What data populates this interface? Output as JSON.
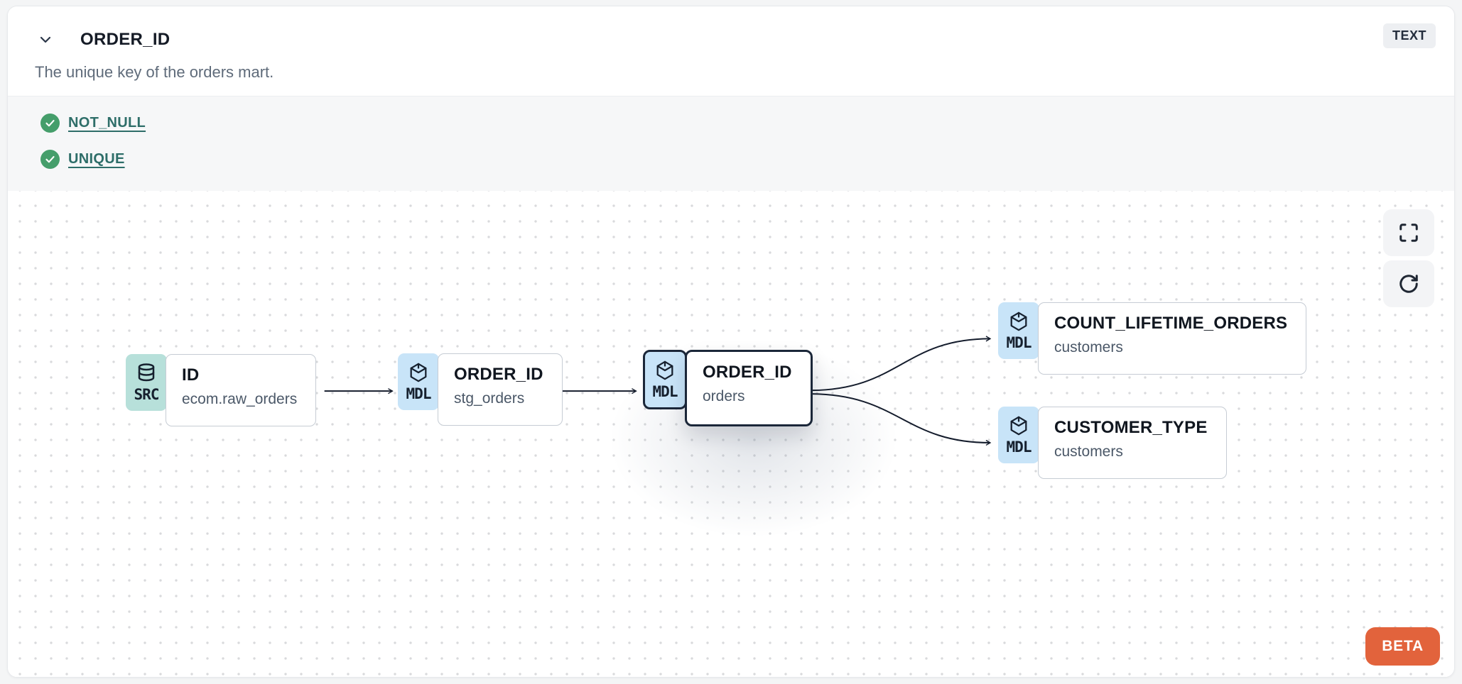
{
  "header": {
    "title": "ORDER_ID",
    "type_badge": "TEXT",
    "description": "The unique key of the orders mart."
  },
  "tests": [
    {
      "label": "NOT_NULL",
      "status": "pass",
      "icon": "check-circle-icon"
    },
    {
      "label": "UNIQUE",
      "status": "pass",
      "icon": "check-circle-icon"
    }
  ],
  "lineage": {
    "nodes": [
      {
        "kind": "SRC",
        "icon": "database-icon",
        "title": "ID",
        "subtitle": "ecom.raw_orders",
        "selected": false
      },
      {
        "kind": "MDL",
        "icon": "cube-icon",
        "title": "ORDER_ID",
        "subtitle": "stg_orders",
        "selected": false
      },
      {
        "kind": "MDL",
        "icon": "cube-icon",
        "title": "ORDER_ID",
        "subtitle": "orders",
        "selected": true
      },
      {
        "kind": "MDL",
        "icon": "cube-icon",
        "title": "COUNT_LIFETIME_ORDERS",
        "subtitle": "customers",
        "selected": false
      },
      {
        "kind": "MDL",
        "icon": "cube-icon",
        "title": "CUSTOMER_TYPE",
        "subtitle": "customers",
        "selected": false
      }
    ],
    "edges": [
      {
        "from": "ID (ecom.raw_orders)",
        "to": "ORDER_ID (stg_orders)"
      },
      {
        "from": "ORDER_ID (stg_orders)",
        "to": "ORDER_ID (orders)"
      },
      {
        "from": "ORDER_ID (orders)",
        "to": "COUNT_LIFETIME_ORDERS (customers)"
      },
      {
        "from": "ORDER_ID (orders)",
        "to": "CUSTOMER_TYPE (customers)"
      }
    ],
    "beta_label": "BETA"
  },
  "colors": {
    "src_badge": "#b7e0da",
    "mdl_badge": "#c8e4f8",
    "selected_border": "#1b2739",
    "test_pass_green": "#459e6b",
    "test_link_teal": "#2e6e69",
    "beta_orange": "#e2633c",
    "edge": "#141c2c"
  }
}
